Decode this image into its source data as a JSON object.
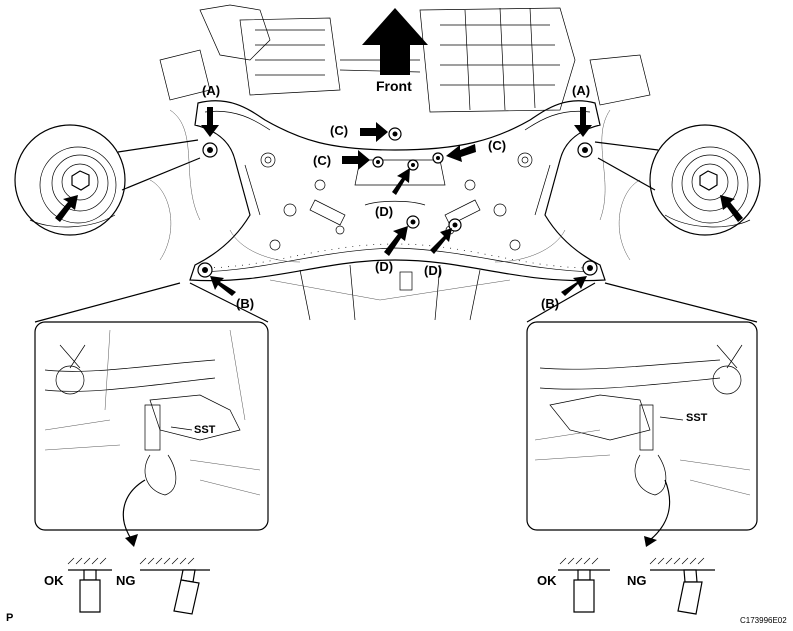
{
  "labels": {
    "front": "Front",
    "a": "(A)",
    "b": "(B)",
    "c": "(C)",
    "d": "(D)",
    "sst": "SST",
    "ok": "OK",
    "ng": "NG",
    "page_marker": "P",
    "figure_code": "C173996E02"
  },
  "colors": {
    "line": "#000000",
    "background": "#ffffff"
  },
  "icons": [
    "arrow-icon",
    "front-arrow-icon",
    "curved-arrow-icon"
  ]
}
